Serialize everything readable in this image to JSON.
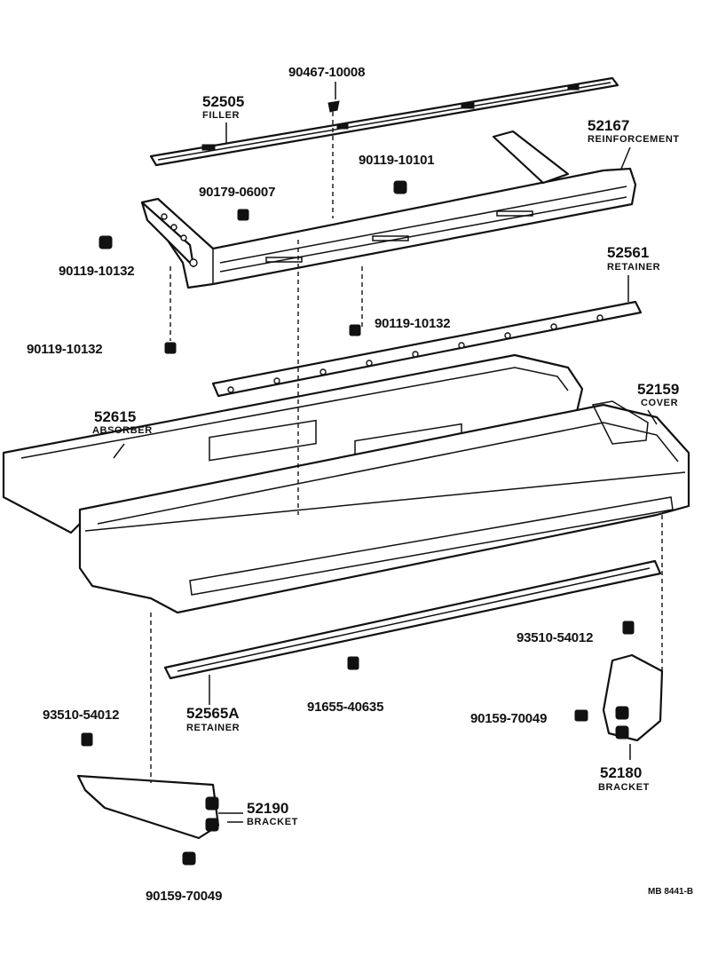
{
  "labels": {
    "p90467": "90467-10008",
    "p52505": "52505",
    "p52505_name": "FILLER",
    "p52167": "52167",
    "p52167_name": "REINFORCEMENT",
    "p90119a": "90119-10101",
    "p90179": "90179-06007",
    "p90119b": "90119-10132",
    "p52561": "52561",
    "p52561_name": "RETAINER",
    "p90119c": "90119-10132",
    "p90119d": "90119-10132",
    "p52615": "52615",
    "p52615_name": "ABSORBER",
    "p52159": "52159",
    "p52159_name": "COVER",
    "p93510a": "93510-54012",
    "p52565": "52565A",
    "p52565_name": "RETAINER",
    "p91655": "91655-40635",
    "p90159a": "90159-70049",
    "p52180": "52180",
    "p52180_name": "BRACKET",
    "p93510b": "93510-54012",
    "p52190": "52190",
    "p52190_name": "BRACKET",
    "p90159b": "90159-70049",
    "code": "MB  8441-B"
  }
}
